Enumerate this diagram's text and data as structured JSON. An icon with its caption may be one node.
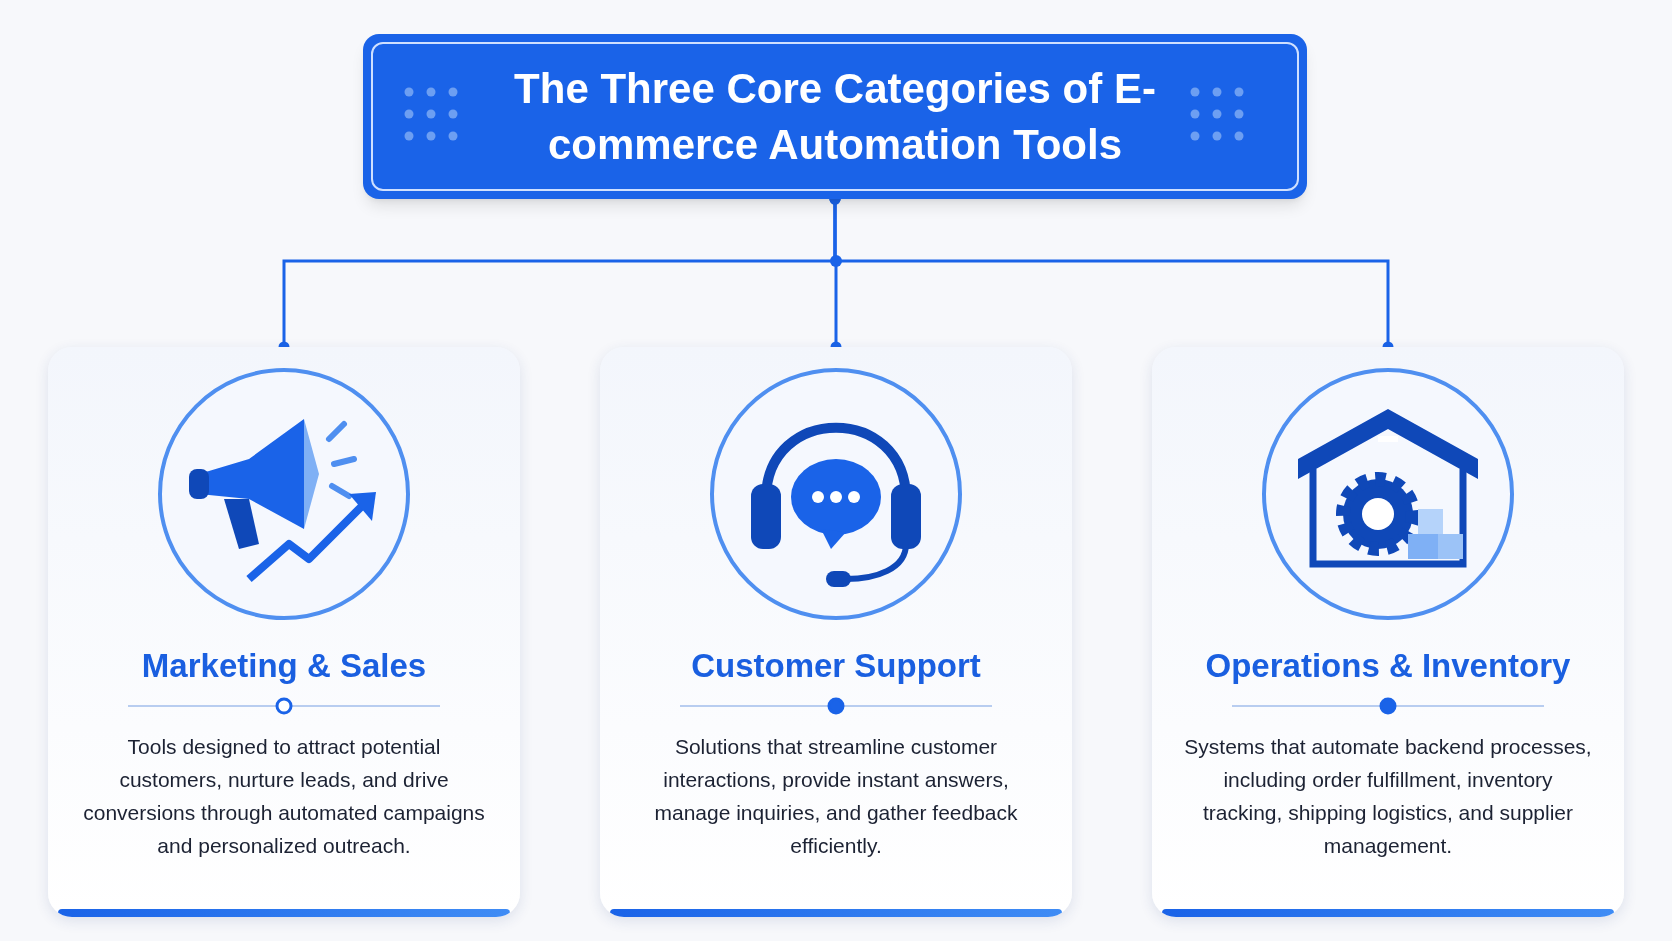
{
  "diagram": {
    "nodes": [
      {
        "text": [
          "The Three Core Categories of E-commerce Automation Tools"
        ]
      },
      {
        "text": [
          "Marketing & Sales",
          "Tools designed to attract potential customers, nurture leads, and drive conversions through automated campaigns and personalized outreach."
        ]
      },
      {
        "text": [
          "Customer Support",
          "Solutions that streamline customer interactions, provide instant answers, manage inquiries, and gather feedback efficiently."
        ]
      },
      {
        "text": [
          "Operations & Inventory",
          "Systems that automate backend processes, including order fulfillment, inventory tracking, shipping logistics, and supplier management."
        ]
      }
    ],
    "edges": [
      {
        "from": 0,
        "to": 1,
        "arrow": "other"
      },
      {
        "from": 0,
        "to": 2,
        "arrow": "other"
      },
      {
        "from": 0,
        "to": 3,
        "arrow": "other"
      }
    ]
  }
}
